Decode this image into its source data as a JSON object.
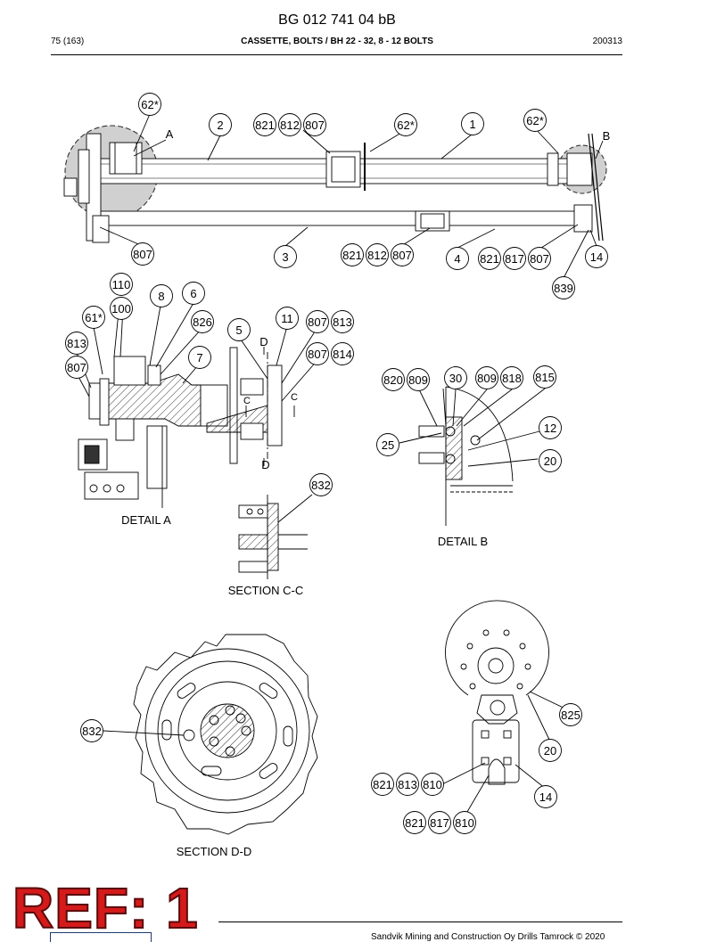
{
  "header": {
    "doc_number": "BG 012 741 04 bB",
    "page_ref": "75 (163)",
    "section_title": "CASSETTE, BOLTS / BH 22 - 32, 8 - 12 BOLTS",
    "date_code": "200313"
  },
  "stamp": {
    "text": "REF: 1",
    "color": "#d41a1a"
  },
  "footer": {
    "copyright": "Sandvik Mining and Construction Oy Drills Tamrock © 2020"
  },
  "captions": {
    "detail_a": "DETAIL A",
    "detail_b": "DETAIL B",
    "section_cc": "SECTION C-C",
    "section_dd": "SECTION D-D"
  },
  "view_letters": {
    "a": "A",
    "b": "B",
    "c1": "C",
    "c2": "C",
    "d_top": "D",
    "d_bottom": "D"
  },
  "callouts": {
    "main": [
      "62*",
      "2",
      "821",
      "812",
      "807",
      "62*",
      "1",
      "62*",
      "807",
      "3",
      "821",
      "812",
      "807",
      "4",
      "821",
      "817",
      "807",
      "14",
      "839"
    ],
    "detail_a": [
      "110",
      "8",
      "6",
      "100",
      "61*",
      "826",
      "813",
      "7",
      "807",
      "5",
      "11",
      "807",
      "813",
      "807",
      "814",
      "832"
    ],
    "detail_b": [
      "820",
      "809",
      "30",
      "809",
      "818",
      "815",
      "12",
      "25",
      "20"
    ],
    "section_dd": [
      "832"
    ],
    "end_view": [
      "825",
      "20",
      "821",
      "813",
      "810",
      "14",
      "821",
      "817",
      "810"
    ]
  },
  "icons": [
    "stamp-badge",
    "company-logo"
  ]
}
